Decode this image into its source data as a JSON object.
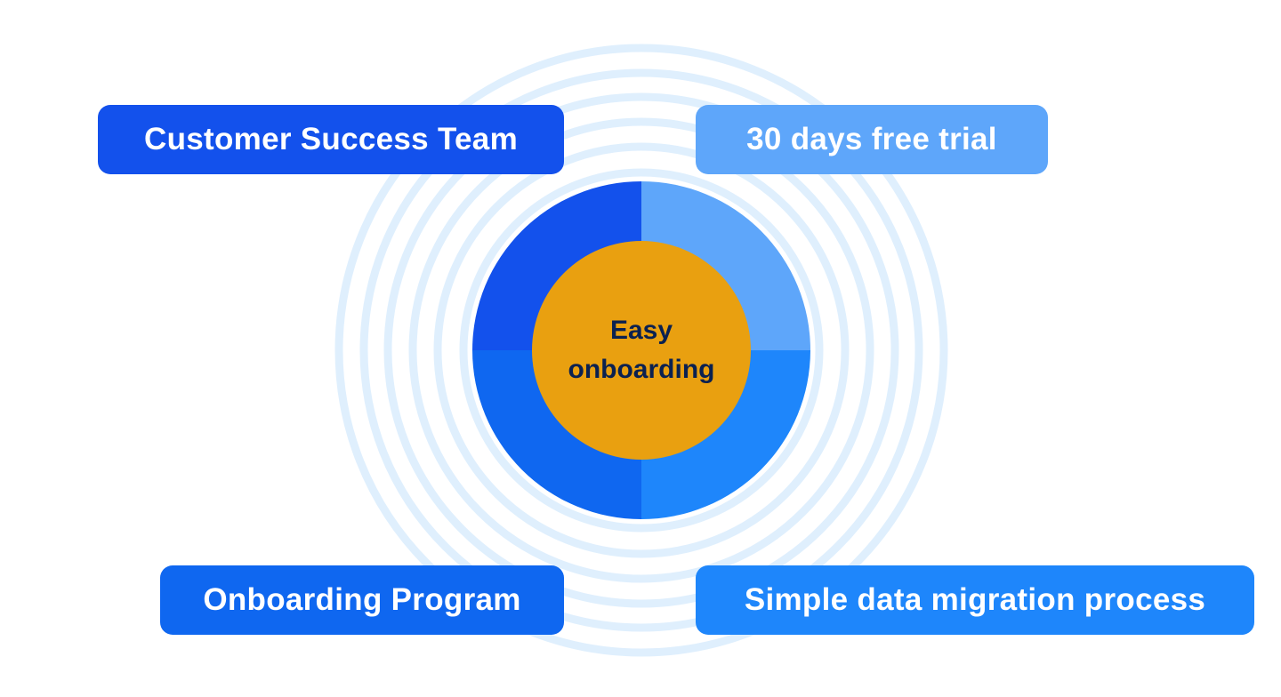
{
  "center": {
    "line1": "Easy",
    "line2": "onboarding",
    "color": "#e9a010"
  },
  "segments": [
    {
      "label": "Customer Success Team",
      "color": "#1351ec",
      "position": "top-left"
    },
    {
      "label": "30 days free trial",
      "color": "#5ea6fa",
      "position": "top-right"
    },
    {
      "label": "Onboarding Program",
      "color": "#0f67f0",
      "position": "bottom-left"
    },
    {
      "label": "Simple data migration process",
      "color": "#1e86fb",
      "position": "bottom-right"
    }
  ],
  "ring_color": "#dfeffd"
}
